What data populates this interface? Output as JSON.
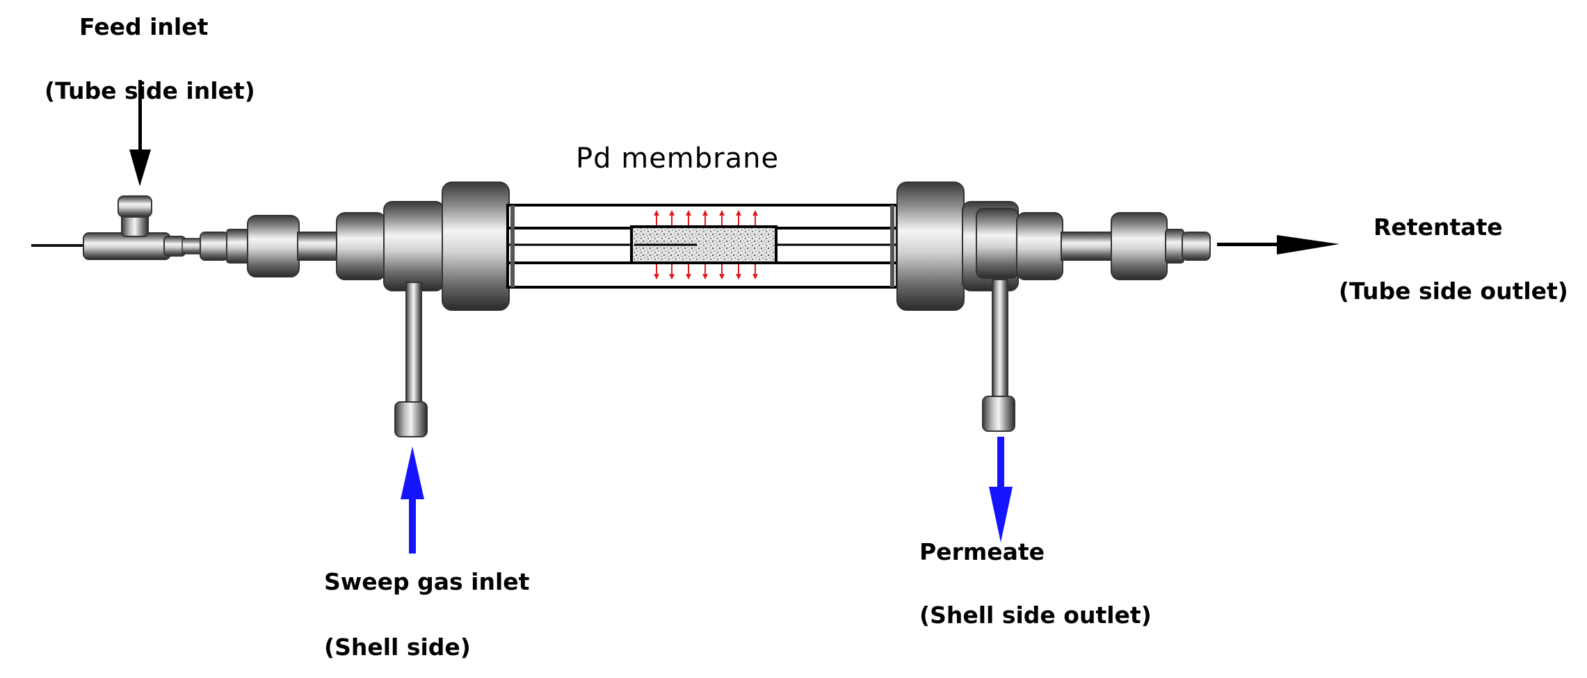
{
  "labels": {
    "membrane_title": "Pd membrane",
    "feed_inlet": "Feed inlet",
    "feed_inlet_sub": "(Tube side inlet)",
    "retentate": "Retentate",
    "retentate_sub": "(Tube side outlet)",
    "sweep_gas": "Sweep gas inlet",
    "sweep_gas_sub": "(Shell side)",
    "permeate": "Permeate",
    "permeate_sub": "(Shell side outlet)"
  },
  "colors": {
    "shell_arrows": "#1414ff",
    "flux_arrows": "#e31a1c",
    "tube_arrows": "#000000",
    "metal_dark": "#3a3a3a",
    "metal_light": "#f2f2f2"
  },
  "icons": {
    "feed": "arrow-down-icon",
    "retentate": "arrow-right-icon",
    "sweep": "arrow-up-icon",
    "permeate": "arrow-down-icon"
  }
}
